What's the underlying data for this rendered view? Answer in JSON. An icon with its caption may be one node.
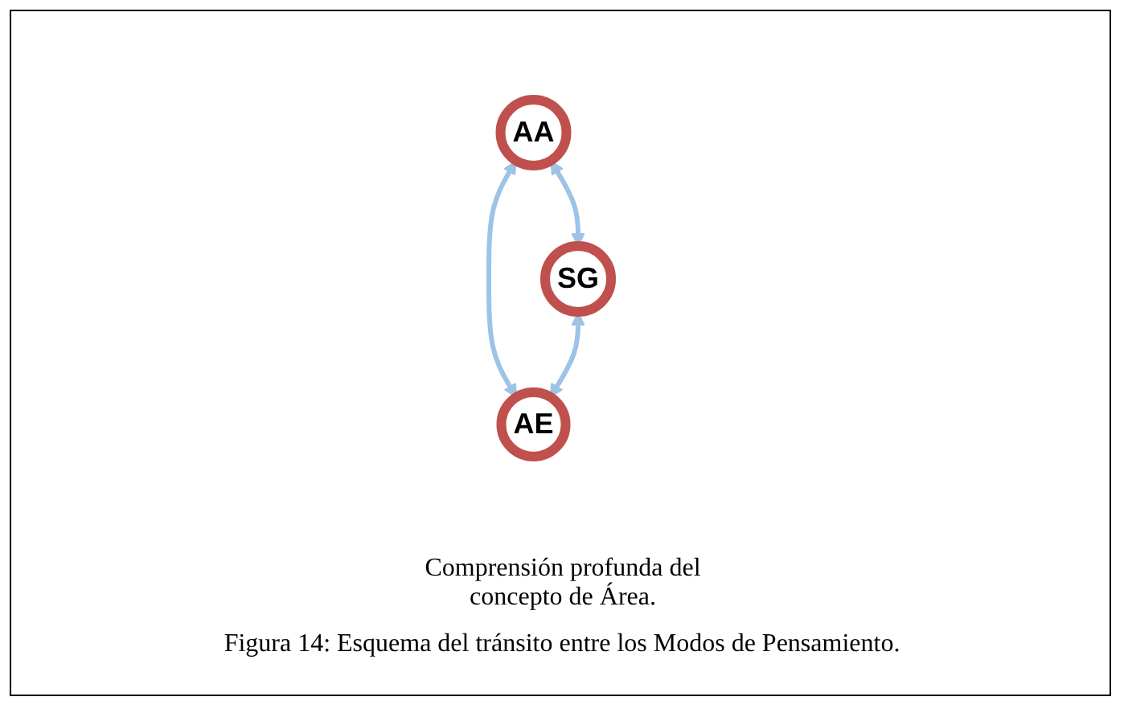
{
  "diagram": {
    "caption": "Figura 14: Esquema del tránsito entre los Modos de Pensamiento.",
    "nodes": [
      {
        "text": [
          "AA"
        ]
      },
      {
        "text": [
          "SG"
        ]
      },
      {
        "text": [
          "AE"
        ]
      }
    ],
    "edges": [
      {
        "from": 0,
        "to": 1,
        "arrow": "both"
      },
      {
        "from": 0,
        "to": 2,
        "arrow": "both"
      },
      {
        "from": 1,
        "to": 2,
        "arrow": "both"
      }
    ],
    "labels": [
      "Comprensión profunda del concepto de Área."
    ]
  }
}
